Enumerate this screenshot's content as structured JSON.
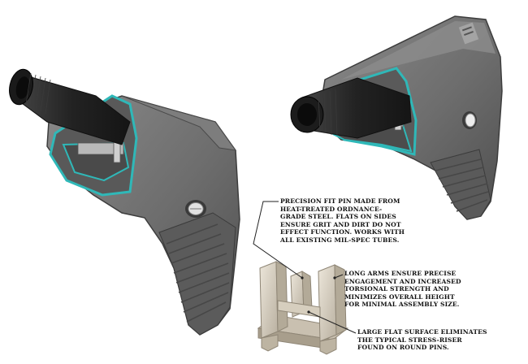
{
  "callouts": {
    "pin": "PRECISION FIT PIN MADE FROM\nHEAT-TREATED ORDNANCE-\nGRADE STEEL. FLATS ON SIDES\nENSURE GRIT AND DIRT DO NOT\nEFFECT FUNCTION. WORKS WITH\nALL EXISTING MIL-SPEC TUBES.",
    "arms": "LONG ARMS ENSURE PRECISE\nENGAGEMENT AND INCREASED\nTORSIONAL STRENGTH AND\nMINIMIZES OVERALL HEIGHT\nFOR MINIMAL ASSEMBLY SIZE.",
    "flat": "LARGE FLAT SURFACE ELIMINATES\nTHE TYPICAL STRESS-RISER\nFOUND ON ROUND PINS."
  },
  "colors": {
    "stock_body": "#6d6d6d",
    "stock_shadow": "#4e4e4e",
    "stock_highlight": "#8a8a8a",
    "tube": "#2a2a2a",
    "cutaway": "#2fb8b8",
    "pin": "#d8d0c0",
    "leader": "#222222"
  },
  "icons": {
    "left_stock": "rifle-stock-cutaway-left",
    "right_stock": "rifle-stock-cutaway-right",
    "pin": "lock-pin-part"
  }
}
